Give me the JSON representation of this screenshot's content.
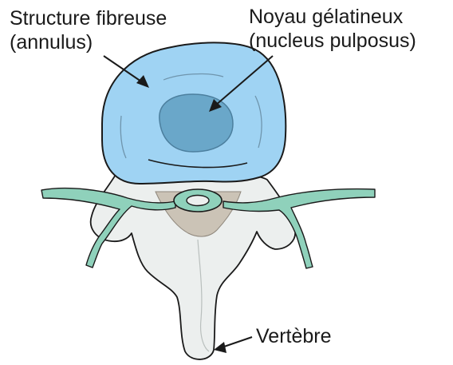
{
  "diagram": {
    "labels": {
      "annulus": {
        "line1": "Structure fibreuse",
        "line2": "(annulus)"
      },
      "nucleus": {
        "line1": "Noyau gélatineux",
        "line2": "(nucleus pulposus)"
      },
      "vertebra": {
        "text": "Vertèbre"
      }
    },
    "colors": {
      "annulus": "#9fd3f3",
      "nucleus": "#6aa7c9",
      "nerve": "#8fd1bb",
      "bone": "#ecefee",
      "outline": "#1a1a1a",
      "text": "#1a1a1a"
    }
  }
}
